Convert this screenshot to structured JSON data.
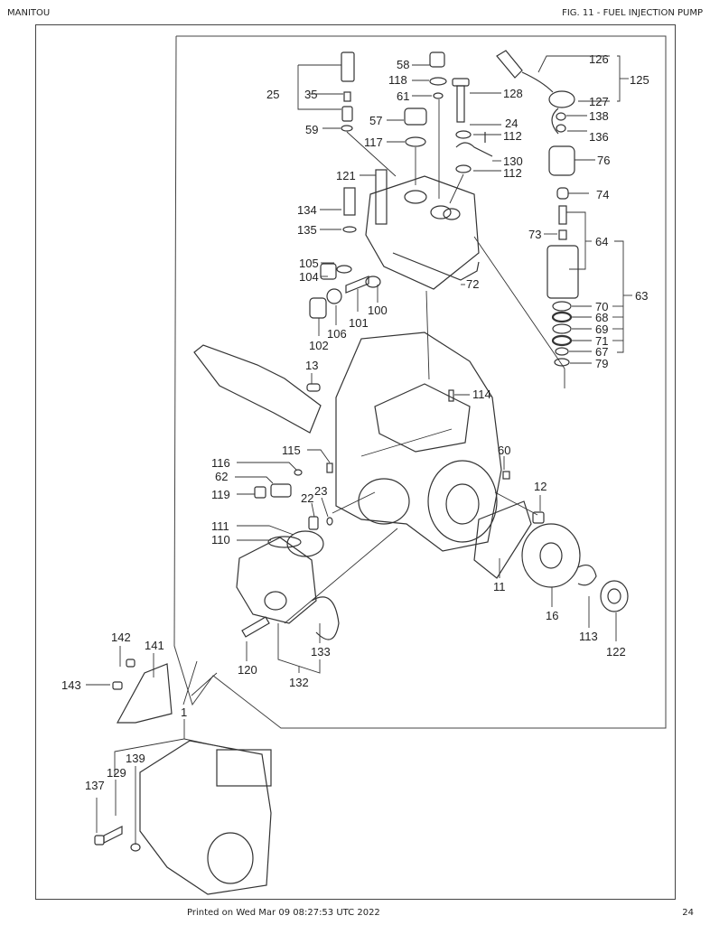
{
  "header": {
    "brand": "MANITOU",
    "figure_title": "FIG. 11 - FUEL INJECTION PUMP"
  },
  "footer": {
    "printed_on": "Printed on  Wed Mar 09 08:27:53 UTC 2022",
    "page_number": "24"
  },
  "callouts": [
    {
      "id": "l58",
      "text": "58"
    },
    {
      "id": "l118",
      "text": "118"
    },
    {
      "id": "l61",
      "text": "61"
    },
    {
      "id": "l128",
      "text": "128"
    },
    {
      "id": "l126",
      "text": "126"
    },
    {
      "id": "l125",
      "text": "125"
    },
    {
      "id": "l127",
      "text": "127"
    },
    {
      "id": "l138",
      "text": "138"
    },
    {
      "id": "l136",
      "text": "136"
    },
    {
      "id": "l25",
      "text": "25"
    },
    {
      "id": "l35",
      "text": "35"
    },
    {
      "id": "l59",
      "text": "59"
    },
    {
      "id": "l57",
      "text": "57"
    },
    {
      "id": "l117",
      "text": "117"
    },
    {
      "id": "l24",
      "text": "24"
    },
    {
      "id": "l112a",
      "text": "112"
    },
    {
      "id": "l130",
      "text": "130"
    },
    {
      "id": "l112b",
      "text": "112"
    },
    {
      "id": "l76",
      "text": "76"
    },
    {
      "id": "l121",
      "text": "121"
    },
    {
      "id": "l74",
      "text": "74"
    },
    {
      "id": "l134",
      "text": "134"
    },
    {
      "id": "l135",
      "text": "135"
    },
    {
      "id": "l73",
      "text": "73"
    },
    {
      "id": "l64",
      "text": "64"
    },
    {
      "id": "l105",
      "text": "105"
    },
    {
      "id": "l104",
      "text": "104"
    },
    {
      "id": "l72",
      "text": "72"
    },
    {
      "id": "l63",
      "text": "63"
    },
    {
      "id": "l70",
      "text": "70"
    },
    {
      "id": "l68",
      "text": "68"
    },
    {
      "id": "l69",
      "text": "69"
    },
    {
      "id": "l71",
      "text": "71"
    },
    {
      "id": "l67",
      "text": "67"
    },
    {
      "id": "l79",
      "text": "79"
    },
    {
      "id": "l100",
      "text": "100"
    },
    {
      "id": "l101",
      "text": "101"
    },
    {
      "id": "l106",
      "text": "106"
    },
    {
      "id": "l102",
      "text": "102"
    },
    {
      "id": "l13",
      "text": "13"
    },
    {
      "id": "l114",
      "text": "114"
    },
    {
      "id": "l116",
      "text": "116"
    },
    {
      "id": "l115",
      "text": "115"
    },
    {
      "id": "l62",
      "text": "62"
    },
    {
      "id": "l60",
      "text": "60"
    },
    {
      "id": "l119",
      "text": "119"
    },
    {
      "id": "l23",
      "text": "23"
    },
    {
      "id": "l22",
      "text": "22"
    },
    {
      "id": "l12",
      "text": "12"
    },
    {
      "id": "l111",
      "text": "111"
    },
    {
      "id": "l110",
      "text": "110"
    },
    {
      "id": "l11",
      "text": "11"
    },
    {
      "id": "l16",
      "text": "16"
    },
    {
      "id": "l113",
      "text": "113"
    },
    {
      "id": "l122",
      "text": "122"
    },
    {
      "id": "l133",
      "text": "133"
    },
    {
      "id": "l120",
      "text": "120"
    },
    {
      "id": "l132",
      "text": "132"
    },
    {
      "id": "l142",
      "text": "142"
    },
    {
      "id": "l141",
      "text": "141"
    },
    {
      "id": "l143",
      "text": "143"
    },
    {
      "id": "l1",
      "text": "1"
    },
    {
      "id": "l139",
      "text": "139"
    },
    {
      "id": "l129",
      "text": "129"
    },
    {
      "id": "l137",
      "text": "137"
    }
  ]
}
